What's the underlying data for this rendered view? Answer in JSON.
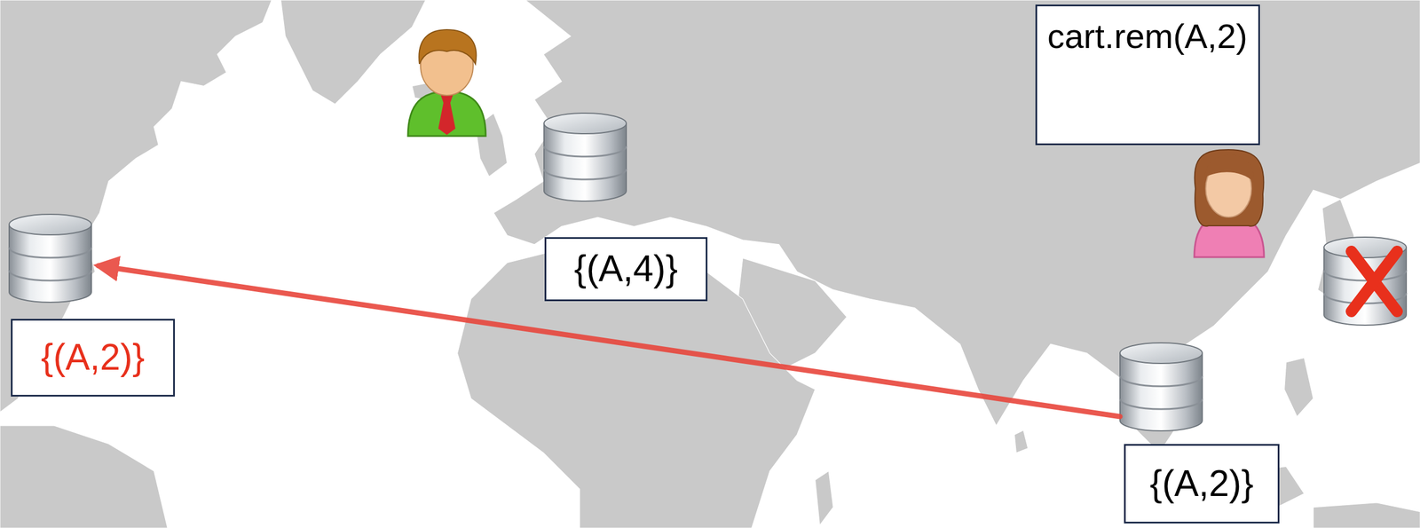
{
  "diagram": {
    "nodes": [
      {
        "text": [
          "cart.rem(A,2)"
        ]
      },
      {
        "text": [
          "{(A,4)}"
        ]
      },
      {
        "text": [
          "{(A,2)}"
        ]
      },
      {
        "text": [
          "{(A,2)}"
        ]
      }
    ]
  }
}
